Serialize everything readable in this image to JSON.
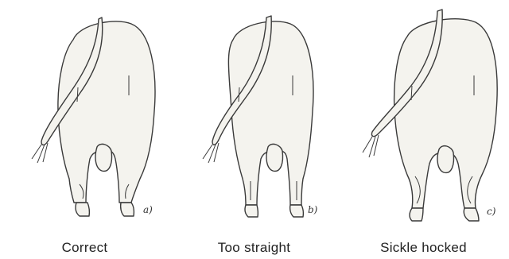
{
  "panels": [
    {
      "letter": "a)",
      "caption": "Correct"
    },
    {
      "letter": "b)",
      "caption": "Too straight"
    },
    {
      "letter": "c)",
      "caption": "Sickle hocked"
    }
  ],
  "colors": {
    "line": "#3a3a3a",
    "fill": "#f4f3ee",
    "shade": "#d8d6cf"
  }
}
